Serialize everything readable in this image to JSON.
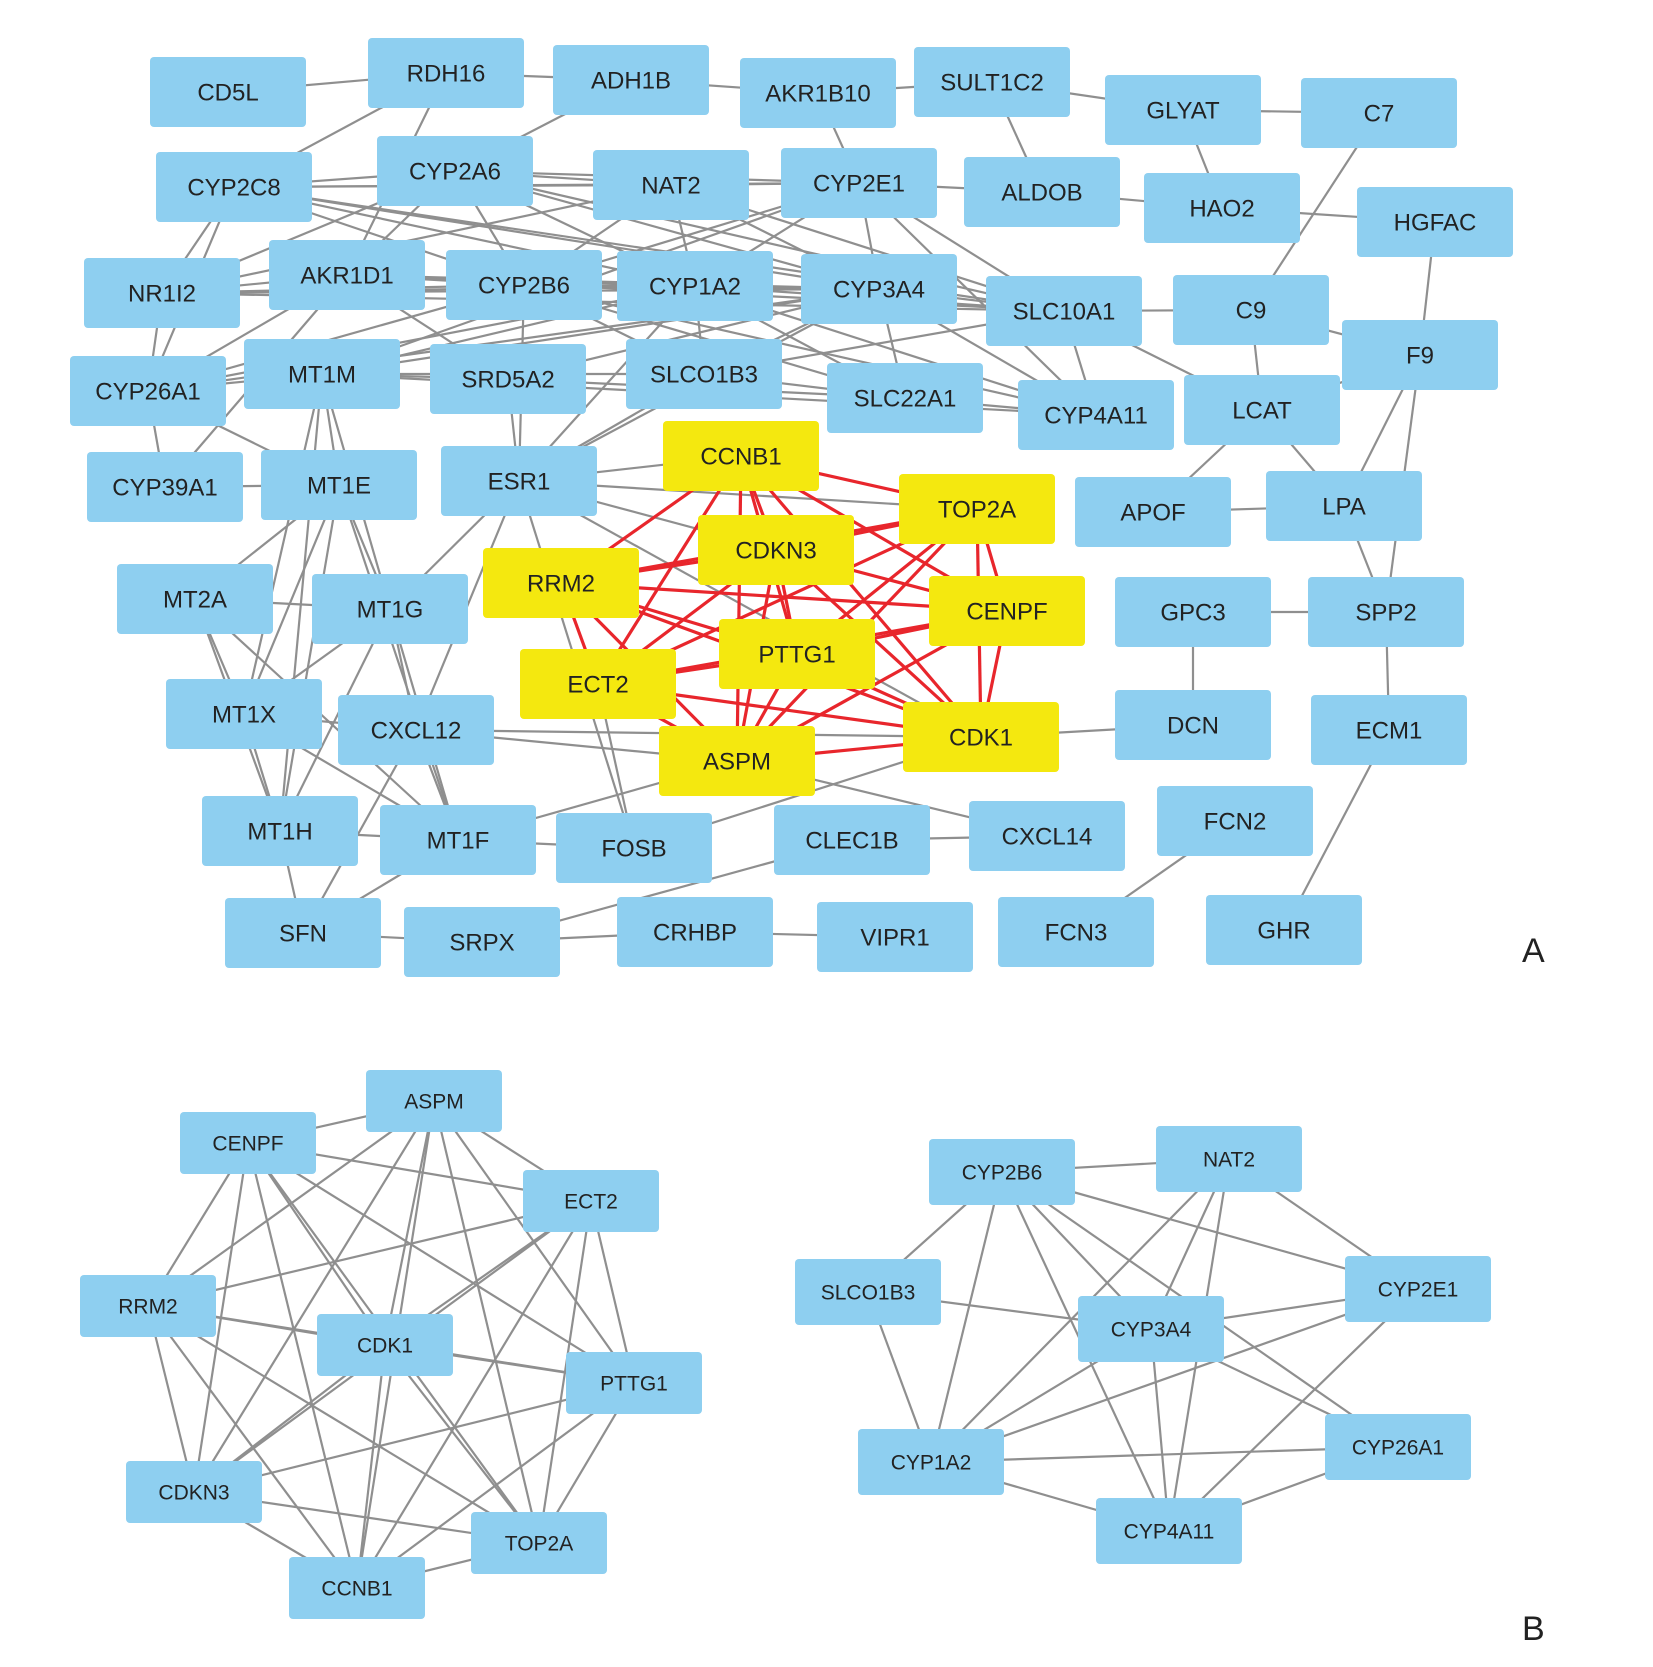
{
  "colors": {
    "node_blue": "#8ecff0",
    "node_hub": "#f4e80f",
    "edge_gray": "#8f8f8f",
    "edge_red": "#e8262c",
    "text": "#222222"
  },
  "panel_labels": {
    "a": "A",
    "b": "B"
  },
  "panel_a": {
    "nodes": [
      {
        "id": "CD5L",
        "label": "CD5L"
      },
      {
        "id": "RDH16",
        "label": "RDH16"
      },
      {
        "id": "ADH1B",
        "label": "ADH1B"
      },
      {
        "id": "AKR1B10",
        "label": "AKR1B10"
      },
      {
        "id": "SULT1C2",
        "label": "SULT1C2"
      },
      {
        "id": "GLYAT",
        "label": "GLYAT"
      },
      {
        "id": "C7",
        "label": "C7"
      },
      {
        "id": "CYP2C8",
        "label": "CYP2C8"
      },
      {
        "id": "CYP2A6",
        "label": "CYP2A6"
      },
      {
        "id": "NAT2",
        "label": "NAT2"
      },
      {
        "id": "CYP2E1",
        "label": "CYP2E1"
      },
      {
        "id": "ALDOB",
        "label": "ALDOB"
      },
      {
        "id": "HAO2",
        "label": "HAO2"
      },
      {
        "id": "HGFAC",
        "label": "HGFAC"
      },
      {
        "id": "NR1I2",
        "label": "NR1I2"
      },
      {
        "id": "AKR1D1",
        "label": "AKR1D1"
      },
      {
        "id": "CYP2B6",
        "label": "CYP2B6"
      },
      {
        "id": "CYP1A2",
        "label": "CYP1A2"
      },
      {
        "id": "CYP3A4",
        "label": "CYP3A4"
      },
      {
        "id": "SLC10A1",
        "label": "SLC10A1"
      },
      {
        "id": "C9",
        "label": "C9"
      },
      {
        "id": "F9",
        "label": "F9"
      },
      {
        "id": "CYP26A1",
        "label": "CYP26A1"
      },
      {
        "id": "MT1M",
        "label": "MT1M"
      },
      {
        "id": "SRD5A2",
        "label": "SRD5A2"
      },
      {
        "id": "SLCO1B3",
        "label": "SLCO1B3"
      },
      {
        "id": "SLC22A1",
        "label": "SLC22A1"
      },
      {
        "id": "CYP4A11",
        "label": "CYP4A11"
      },
      {
        "id": "LCAT",
        "label": "LCAT"
      },
      {
        "id": "CYP39A1",
        "label": "CYP39A1"
      },
      {
        "id": "MT1E",
        "label": "MT1E"
      },
      {
        "id": "ESR1",
        "label": "ESR1"
      },
      {
        "id": "CCNB1",
        "label": "CCNB1",
        "hub": true
      },
      {
        "id": "TOP2A",
        "label": "TOP2A",
        "hub": true
      },
      {
        "id": "APOF",
        "label": "APOF"
      },
      {
        "id": "LPA",
        "label": "LPA"
      },
      {
        "id": "CDKN3",
        "label": "CDKN3",
        "hub": true
      },
      {
        "id": "RRM2",
        "label": "RRM2",
        "hub": true
      },
      {
        "id": "MT2A",
        "label": "MT2A"
      },
      {
        "id": "MT1G",
        "label": "MT1G"
      },
      {
        "id": "CENPF",
        "label": "CENPF",
        "hub": true
      },
      {
        "id": "GPC3",
        "label": "GPC3"
      },
      {
        "id": "SPP2",
        "label": "SPP2"
      },
      {
        "id": "PTTG1",
        "label": "PTTG1",
        "hub": true
      },
      {
        "id": "ECT2",
        "label": "ECT2",
        "hub": true
      },
      {
        "id": "MT1X",
        "label": "MT1X"
      },
      {
        "id": "CXCL12",
        "label": "CXCL12"
      },
      {
        "id": "CDK1",
        "label": "CDK1",
        "hub": true
      },
      {
        "id": "DCN",
        "label": "DCN"
      },
      {
        "id": "ECM1",
        "label": "ECM1"
      },
      {
        "id": "ASPM",
        "label": "ASPM",
        "hub": true
      },
      {
        "id": "MT1H",
        "label": "MT1H"
      },
      {
        "id": "MT1F",
        "label": "MT1F"
      },
      {
        "id": "FOSB",
        "label": "FOSB"
      },
      {
        "id": "CLEC1B",
        "label": "CLEC1B"
      },
      {
        "id": "CXCL14",
        "label": "CXCL14"
      },
      {
        "id": "FCN2",
        "label": "FCN2"
      },
      {
        "id": "SFN",
        "label": "SFN"
      },
      {
        "id": "SRPX",
        "label": "SRPX"
      },
      {
        "id": "CRHBP",
        "label": "CRHBP"
      },
      {
        "id": "VIPR1",
        "label": "VIPR1"
      },
      {
        "id": "FCN3",
        "label": "FCN3"
      },
      {
        "id": "GHR",
        "label": "GHR"
      }
    ],
    "edges": [
      [
        "CD5L",
        "RDH16"
      ],
      [
        "RDH16",
        "ADH1B"
      ],
      [
        "ADH1B",
        "AKR1B10"
      ],
      [
        "AKR1B10",
        "SULT1C2"
      ],
      [
        "SULT1C2",
        "GLYAT"
      ],
      [
        "GLYAT",
        "C7"
      ],
      [
        "SULT1C2",
        "ALDOB"
      ],
      [
        "GLYAT",
        "HAO2"
      ],
      [
        "ALDOB",
        "HAO2"
      ],
      [
        "HAO2",
        "HGFAC"
      ],
      [
        "C7",
        "C9"
      ],
      [
        "HGFAC",
        "F9"
      ],
      [
        "ADH1B",
        "CYP2A6"
      ],
      [
        "AKR1B10",
        "CYP2E1"
      ],
      [
        "RDH16",
        "CYP2C8"
      ],
      [
        "RDH16",
        "AKR1D1"
      ],
      [
        "CYP2C8",
        "CYP2A6"
      ],
      [
        "CYP2C8",
        "NAT2"
      ],
      [
        "CYP2C8",
        "CYP2E1"
      ],
      [
        "CYP2C8",
        "CYP2B6"
      ],
      [
        "CYP2C8",
        "CYP1A2"
      ],
      [
        "CYP2C8",
        "CYP3A4"
      ],
      [
        "CYP2C8",
        "NR1I2"
      ],
      [
        "CYP2C8",
        "CYP26A1"
      ],
      [
        "CYP2C8",
        "SLC10A1"
      ],
      [
        "CYP2A6",
        "NAT2"
      ],
      [
        "CYP2A6",
        "CYP2E1"
      ],
      [
        "CYP2A6",
        "CYP2B6"
      ],
      [
        "CYP2A6",
        "CYP1A2"
      ],
      [
        "CYP2A6",
        "CYP3A4"
      ],
      [
        "CYP2A6",
        "NR1I2"
      ],
      [
        "CYP2A6",
        "AKR1D1"
      ],
      [
        "CYP2A6",
        "SLC10A1"
      ],
      [
        "NAT2",
        "CYP2E1"
      ],
      [
        "NAT2",
        "CYP2B6"
      ],
      [
        "NAT2",
        "CYP1A2"
      ],
      [
        "NAT2",
        "CYP3A4"
      ],
      [
        "NAT2",
        "NR1I2"
      ],
      [
        "NAT2",
        "SLC10A1"
      ],
      [
        "CYP2E1",
        "CYP2B6"
      ],
      [
        "CYP2E1",
        "CYP1A2"
      ],
      [
        "CYP2E1",
        "CYP3A4"
      ],
      [
        "CYP2E1",
        "CYP4A11"
      ],
      [
        "CYP2E1",
        "SLC10A1"
      ],
      [
        "CYP2E1",
        "ALDOB"
      ],
      [
        "CYP2E1",
        "MT1M"
      ],
      [
        "NR1I2",
        "AKR1D1"
      ],
      [
        "NR1I2",
        "CYP2B6"
      ],
      [
        "NR1I2",
        "CYP1A2"
      ],
      [
        "NR1I2",
        "CYP3A4"
      ],
      [
        "NR1I2",
        "CYP26A1"
      ],
      [
        "NR1I2",
        "SLC10A1"
      ],
      [
        "AKR1D1",
        "CYP2B6"
      ],
      [
        "AKR1D1",
        "CYP1A2"
      ],
      [
        "AKR1D1",
        "CYP3A4"
      ],
      [
        "AKR1D1",
        "SRD5A2"
      ],
      [
        "AKR1D1",
        "CYP26A1"
      ],
      [
        "AKR1D1",
        "CYP39A1"
      ],
      [
        "AKR1D1",
        "SLC10A1"
      ],
      [
        "CYP2B6",
        "CYP1A2"
      ],
      [
        "CYP2B6",
        "CYP3A4"
      ],
      [
        "CYP2B6",
        "SLCO1B3"
      ],
      [
        "CYP2B6",
        "CYP26A1"
      ],
      [
        "CYP2B6",
        "SLC22A1"
      ],
      [
        "CYP2B6",
        "CYP4A11"
      ],
      [
        "CYP2B6",
        "ESR1"
      ],
      [
        "CYP1A2",
        "CYP3A4"
      ],
      [
        "CYP1A2",
        "SLCO1B3"
      ],
      [
        "CYP1A2",
        "CYP26A1"
      ],
      [
        "CYP1A2",
        "SLC22A1"
      ],
      [
        "CYP1A2",
        "CYP4A11"
      ],
      [
        "CYP1A2",
        "SLC10A1"
      ],
      [
        "CYP1A2",
        "ESR1"
      ],
      [
        "CYP1A2",
        "MT1M"
      ],
      [
        "CYP3A4",
        "SLC10A1"
      ],
      [
        "CYP3A4",
        "SLCO1B3"
      ],
      [
        "CYP3A4",
        "SLC22A1"
      ],
      [
        "CYP3A4",
        "CYP4A11"
      ],
      [
        "CYP3A4",
        "CYP26A1"
      ],
      [
        "CYP3A4",
        "MT1M"
      ],
      [
        "CYP3A4",
        "ESR1"
      ],
      [
        "CYP3A4",
        "SRD5A2"
      ],
      [
        "SLC10A1",
        "C9"
      ],
      [
        "SLC10A1",
        "SLCO1B3"
      ],
      [
        "SLC10A1",
        "LCAT"
      ],
      [
        "SLC10A1",
        "CYP4A11"
      ],
      [
        "C9",
        "F9"
      ],
      [
        "C9",
        "LCAT"
      ],
      [
        "F9",
        "LPA"
      ],
      [
        "F9",
        "SPP2"
      ],
      [
        "LCAT",
        "F9"
      ],
      [
        "LCAT",
        "APOF"
      ],
      [
        "LCAT",
        "LPA"
      ],
      [
        "SLCO1B3",
        "SLC22A1"
      ],
      [
        "SLCO1B3",
        "MT1M"
      ],
      [
        "SLC22A1",
        "CYP4A11"
      ],
      [
        "SLC22A1",
        "SRD5A2"
      ],
      [
        "CYP4A11",
        "MT1M"
      ],
      [
        "CYP26A1",
        "MT1M"
      ],
      [
        "CYP26A1",
        "CYP39A1"
      ],
      [
        "CYP26A1",
        "MT1E"
      ],
      [
        "MT1M",
        "MT1E"
      ],
      [
        "MT1M",
        "MT1G"
      ],
      [
        "MT1M",
        "MT1X"
      ],
      [
        "MT1M",
        "MT1H"
      ],
      [
        "MT1M",
        "SRD5A2"
      ],
      [
        "MT1E",
        "MT1G"
      ],
      [
        "MT1E",
        "MT1X"
      ],
      [
        "MT1E",
        "MT1H"
      ],
      [
        "MT1E",
        "MT1F"
      ],
      [
        "MT1E",
        "MT2A"
      ],
      [
        "MT2A",
        "MT1G"
      ],
      [
        "MT2A",
        "MT1X"
      ],
      [
        "MT2A",
        "MT1H"
      ],
      [
        "MT2A",
        "MT1F"
      ],
      [
        "MT1G",
        "MT1X"
      ],
      [
        "MT1G",
        "MT1H"
      ],
      [
        "MT1G",
        "MT1F"
      ],
      [
        "MT1X",
        "MT1H"
      ],
      [
        "MT1X",
        "MT1F"
      ],
      [
        "MT1H",
        "MT1F"
      ],
      [
        "MT1H",
        "SFN"
      ],
      [
        "MT1F",
        "SFN"
      ],
      [
        "MT1E",
        "CYP39A1"
      ],
      [
        "ESR1",
        "SRD5A2"
      ],
      [
        "ESR1",
        "SLCO1B3"
      ],
      [
        "ESR1",
        "CCNB1"
      ],
      [
        "ESR1",
        "TOP2A"
      ],
      [
        "ESR1",
        "CDK1"
      ],
      [
        "ESR1",
        "FOSB"
      ],
      [
        "ESR1",
        "CXCL12"
      ],
      [
        "ESR1",
        "MT1G"
      ],
      [
        "ESR1",
        "CDKN3"
      ],
      [
        "CXCL12",
        "CDK1"
      ],
      [
        "CXCL12",
        "ASPM"
      ],
      [
        "CXCL12",
        "MT1F"
      ],
      [
        "CXCL12",
        "MT1G"
      ],
      [
        "CXCL12",
        "MT1X"
      ],
      [
        "CXCL12",
        "SFN"
      ],
      [
        "APOF",
        "LPA"
      ],
      [
        "GPC3",
        "SPP2"
      ],
      [
        "GPC3",
        "DCN"
      ],
      [
        "SPP2",
        "ECM1"
      ],
      [
        "SPP2",
        "LPA"
      ],
      [
        "ECM1",
        "GHR"
      ],
      [
        "FCN2",
        "FCN3"
      ],
      [
        "DCN",
        "CDK1"
      ],
      [
        "FOSB",
        "CDK1"
      ],
      [
        "FOSB",
        "ECT2"
      ],
      [
        "FOSB",
        "MT1F"
      ],
      [
        "CLEC1B",
        "CXCL14"
      ],
      [
        "CLEC1B",
        "SRPX"
      ],
      [
        "SRPX",
        "CRHBP"
      ],
      [
        "CRHBP",
        "VIPR1"
      ],
      [
        "SRPX",
        "SFN"
      ],
      [
        "ASPM",
        "CXCL14"
      ],
      [
        "ASPM",
        "MT1F"
      ]
    ],
    "hub_edges": [
      [
        "CCNB1",
        "TOP2A"
      ],
      [
        "CCNB1",
        "CDKN3"
      ],
      [
        "CCNB1",
        "RRM2"
      ],
      [
        "CCNB1",
        "CENPF"
      ],
      [
        "CCNB1",
        "PTTG1"
      ],
      [
        "CCNB1",
        "ECT2"
      ],
      [
        "CCNB1",
        "CDK1"
      ],
      [
        "CCNB1",
        "ASPM"
      ],
      [
        "TOP2A",
        "CDKN3"
      ],
      [
        "TOP2A",
        "RRM2"
      ],
      [
        "TOP2A",
        "CENPF"
      ],
      [
        "TOP2A",
        "PTTG1"
      ],
      [
        "TOP2A",
        "ECT2"
      ],
      [
        "TOP2A",
        "CDK1"
      ],
      [
        "TOP2A",
        "ASPM"
      ],
      [
        "CDKN3",
        "RRM2"
      ],
      [
        "CDKN3",
        "CENPF"
      ],
      [
        "CDKN3",
        "PTTG1"
      ],
      [
        "CDKN3",
        "ECT2"
      ],
      [
        "CDKN3",
        "CDK1"
      ],
      [
        "CDKN3",
        "ASPM"
      ],
      [
        "RRM2",
        "CENPF"
      ],
      [
        "RRM2",
        "PTTG1"
      ],
      [
        "RRM2",
        "ECT2"
      ],
      [
        "RRM2",
        "CDK1"
      ],
      [
        "RRM2",
        "ASPM"
      ],
      [
        "CENPF",
        "PTTG1"
      ],
      [
        "CENPF",
        "ECT2"
      ],
      [
        "CENPF",
        "CDK1"
      ],
      [
        "CENPF",
        "ASPM"
      ],
      [
        "PTTG1",
        "ECT2"
      ],
      [
        "PTTG1",
        "CDK1"
      ],
      [
        "PTTG1",
        "ASPM"
      ],
      [
        "ECT2",
        "CDK1"
      ],
      [
        "ECT2",
        "ASPM"
      ],
      [
        "CDK1",
        "ASPM"
      ]
    ]
  },
  "panel_b1": {
    "nodes": [
      {
        "id": "ASPM",
        "label": "ASPM"
      },
      {
        "id": "CENPF",
        "label": "CENPF"
      },
      {
        "id": "ECT2",
        "label": "ECT2"
      },
      {
        "id": "RRM2",
        "label": "RRM2"
      },
      {
        "id": "CDK1",
        "label": "CDK1"
      },
      {
        "id": "PTTG1",
        "label": "PTTG1"
      },
      {
        "id": "CDKN3",
        "label": "CDKN3"
      },
      {
        "id": "TOP2A",
        "label": "TOP2A"
      },
      {
        "id": "CCNB1",
        "label": "CCNB1"
      }
    ],
    "complete": true
  },
  "panel_b2": {
    "nodes": [
      {
        "id": "CYP2B6",
        "label": "CYP2B6"
      },
      {
        "id": "NAT2",
        "label": "NAT2"
      },
      {
        "id": "SLCO1B3",
        "label": "SLCO1B3"
      },
      {
        "id": "CYP2E1",
        "label": "CYP2E1"
      },
      {
        "id": "CYP3A4",
        "label": "CYP3A4"
      },
      {
        "id": "CYP1A2",
        "label": "CYP1A2"
      },
      {
        "id": "CYP26A1",
        "label": "CYP26A1"
      },
      {
        "id": "CYP4A11",
        "label": "CYP4A11"
      }
    ],
    "edges": [
      [
        "CYP2B6",
        "NAT2"
      ],
      [
        "CYP2B6",
        "SLCO1B3"
      ],
      [
        "CYP2B6",
        "CYP3A4"
      ],
      [
        "CYP2B6",
        "CYP2E1"
      ],
      [
        "CYP2B6",
        "CYP1A2"
      ],
      [
        "CYP2B6",
        "CYP26A1"
      ],
      [
        "CYP2B6",
        "CYP4A11"
      ],
      [
        "NAT2",
        "CYP3A4"
      ],
      [
        "NAT2",
        "CYP2E1"
      ],
      [
        "NAT2",
        "CYP1A2"
      ],
      [
        "NAT2",
        "CYP4A11"
      ],
      [
        "SLCO1B3",
        "CYP3A4"
      ],
      [
        "SLCO1B3",
        "CYP1A2"
      ],
      [
        "CYP2E1",
        "CYP3A4"
      ],
      [
        "CYP2E1",
        "CYP1A2"
      ],
      [
        "CYP2E1",
        "CYP4A11"
      ],
      [
        "CYP3A4",
        "CYP1A2"
      ],
      [
        "CYP3A4",
        "CYP26A1"
      ],
      [
        "CYP3A4",
        "CYP4A11"
      ],
      [
        "CYP1A2",
        "CYP26A1"
      ],
      [
        "CYP1A2",
        "CYP4A11"
      ],
      [
        "CYP26A1",
        "CYP4A11"
      ]
    ]
  }
}
